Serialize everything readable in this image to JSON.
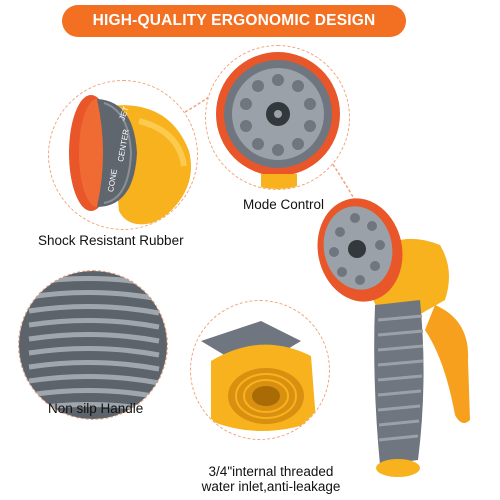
{
  "banner": {
    "text": "HIGH-QUALITY ERGONOMIC DESIGN"
  },
  "callouts": {
    "mode_control": "Mode Control",
    "shock_resistant": "Shock Resistant Rubber",
    "non_slip": "Non silp Handle",
    "inlet_line1": "3/4\"internal threaded",
    "inlet_line2": "water inlet,anti-leakage"
  },
  "dial_labels": {
    "cone": "CONE",
    "center": "CENTER",
    "jet": "JET"
  },
  "colors": {
    "banner": "#f36f21",
    "orange_red": "#e8562a",
    "yellow": "#f7b21e",
    "gray": "#6f7680",
    "light_gray": "#9aa1a8",
    "accent_line": "#f2a37a"
  }
}
